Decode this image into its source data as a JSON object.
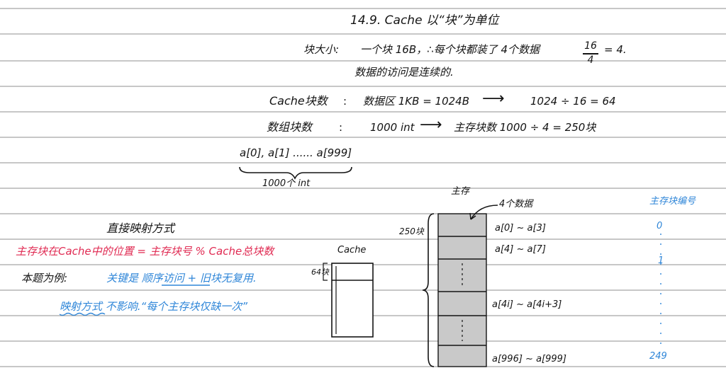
{
  "title": "14.9. Cache 以“块”为单位",
  "block_size": {
    "label": "块大小:",
    "text": "一个块 16B，∴每个块都装了 4个数据",
    "fraction": {
      "numerator": "16",
      "denominator": "4"
    },
    "result": "= 4.",
    "note": "数据的访问是连续的."
  },
  "cache_blocks": {
    "label": "Cache块数",
    "colon": ":",
    "expr1": "数据区 1KB = 1024B",
    "arrow": "⟶",
    "expr2": "1024 ÷ 16 = 64"
  },
  "array_blocks": {
    "label": "数组块数",
    "colon": ":",
    "expr1": "1000 int",
    "arrow": "⟶",
    "expr2": "主存块数  1000 ÷ 4 = 250块"
  },
  "array_span": {
    "text": "a[0], a[1] ...... a[999]",
    "brace_label": "1000个 int"
  },
  "mapping": {
    "title": "直接映射方式",
    "formula": "主存块在Cache中的位置 = 主存块号 % Cache总块数",
    "example_label": "本题为例:",
    "example_key": "关键是 顺序访问 + 旧块无复用.",
    "example_note": "映射方式 不影响.“每个主存块仅缺一次”"
  },
  "cache_diagram": {
    "label": "Cache",
    "side_label": "64块"
  },
  "memory_diagram": {
    "label": "主存",
    "arrow_label": "4个数据",
    "side_label": "250块",
    "rows": [
      "a[0] ~ a[3]",
      "a[4] ~ a[7]",
      "a[4i] ~ a[4i+3]",
      "a[996] ~ a[999]"
    ]
  },
  "block_numbers": {
    "label": "主存块编号",
    "first": "0",
    "second": "1",
    "last": "249"
  },
  "colors": {
    "ink": "#141414",
    "red": "#e02a52",
    "blue": "#2f86d8",
    "memory_fill": "#c9c9c9",
    "rule_line": "#8f8f8f"
  }
}
